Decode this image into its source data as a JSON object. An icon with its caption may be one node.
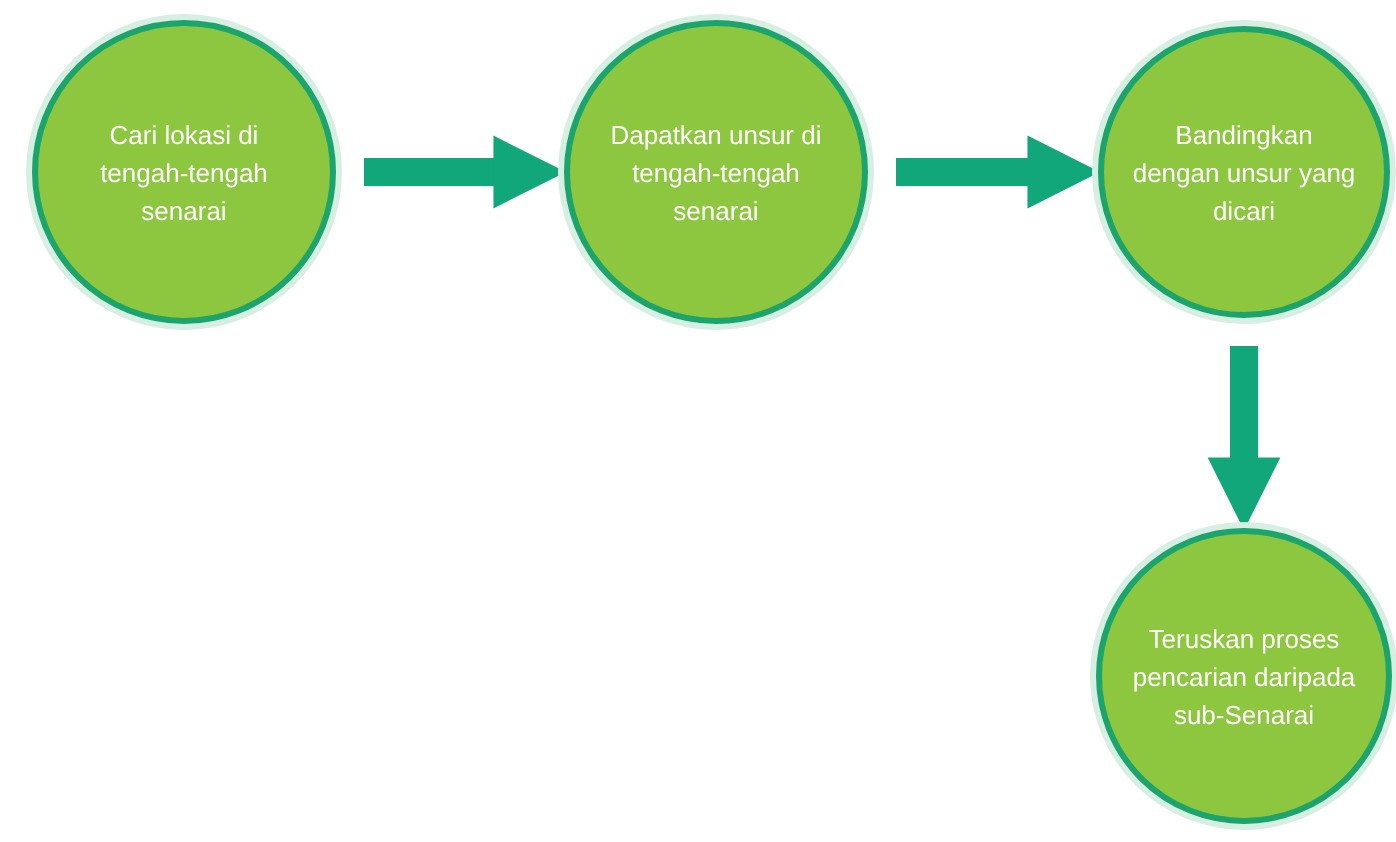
{
  "diagram": {
    "nodes": [
      {
        "text": [
          "Cari lokasi di tengah-tengah senarai"
        ]
      },
      {
        "text": [
          "Dapatkan unsur di tengah-tengah senarai"
        ]
      },
      {
        "text": [
          "Bandingkan dengan unsur yang dicari"
        ]
      },
      {
        "text": [
          "Teruskan proses pencarian daripada sub-Senarai"
        ]
      }
    ],
    "edges": [
      {
        "from": 0,
        "to": 1,
        "arrow": "to"
      },
      {
        "from": 1,
        "to": 2,
        "arrow": "to"
      },
      {
        "from": 2,
        "to": 3,
        "arrow": "to"
      }
    ]
  }
}
